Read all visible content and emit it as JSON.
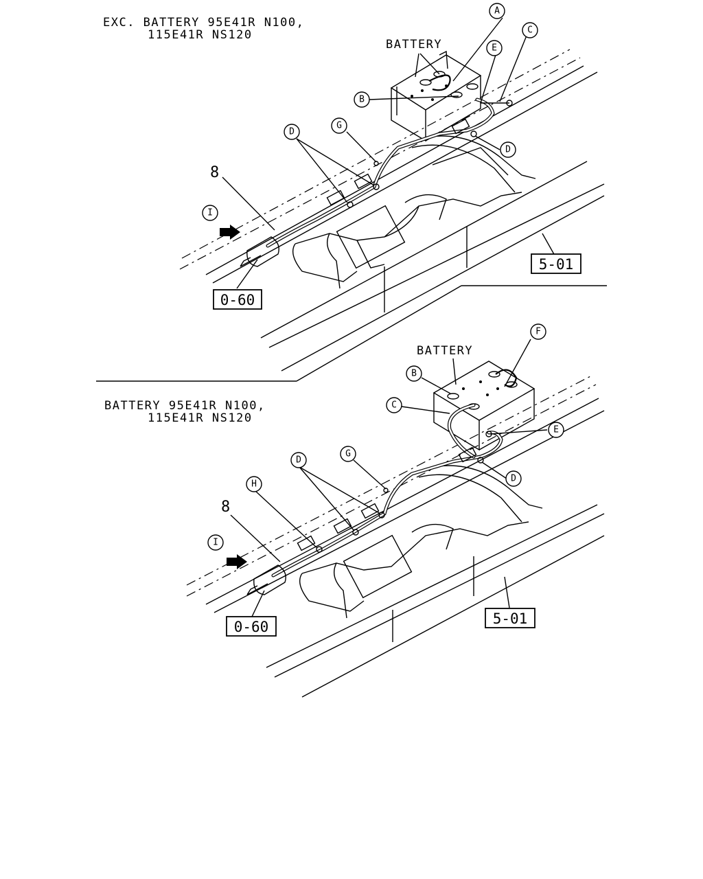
{
  "top_view": {
    "caption_line1": "EXC. BATTERY 95E41R N100,",
    "caption_line2": "115E41R NS120",
    "battery_label": "BATTERY",
    "part_number": "8",
    "ref_frame": "5-01",
    "ref_starter": "0-60",
    "callouts": [
      "A",
      "B",
      "C",
      "D",
      "D",
      "E",
      "G",
      "I"
    ]
  },
  "bottom_view": {
    "caption_line1": "BATTERY 95E41R N100,",
    "caption_line2": "115E41R NS120",
    "battery_label": "BATTERY",
    "part_number": "8",
    "ref_frame": "5-01",
    "ref_starter": "0-60",
    "callouts": [
      "B",
      "C",
      "D",
      "D",
      "E",
      "F",
      "G",
      "H",
      "I"
    ]
  }
}
